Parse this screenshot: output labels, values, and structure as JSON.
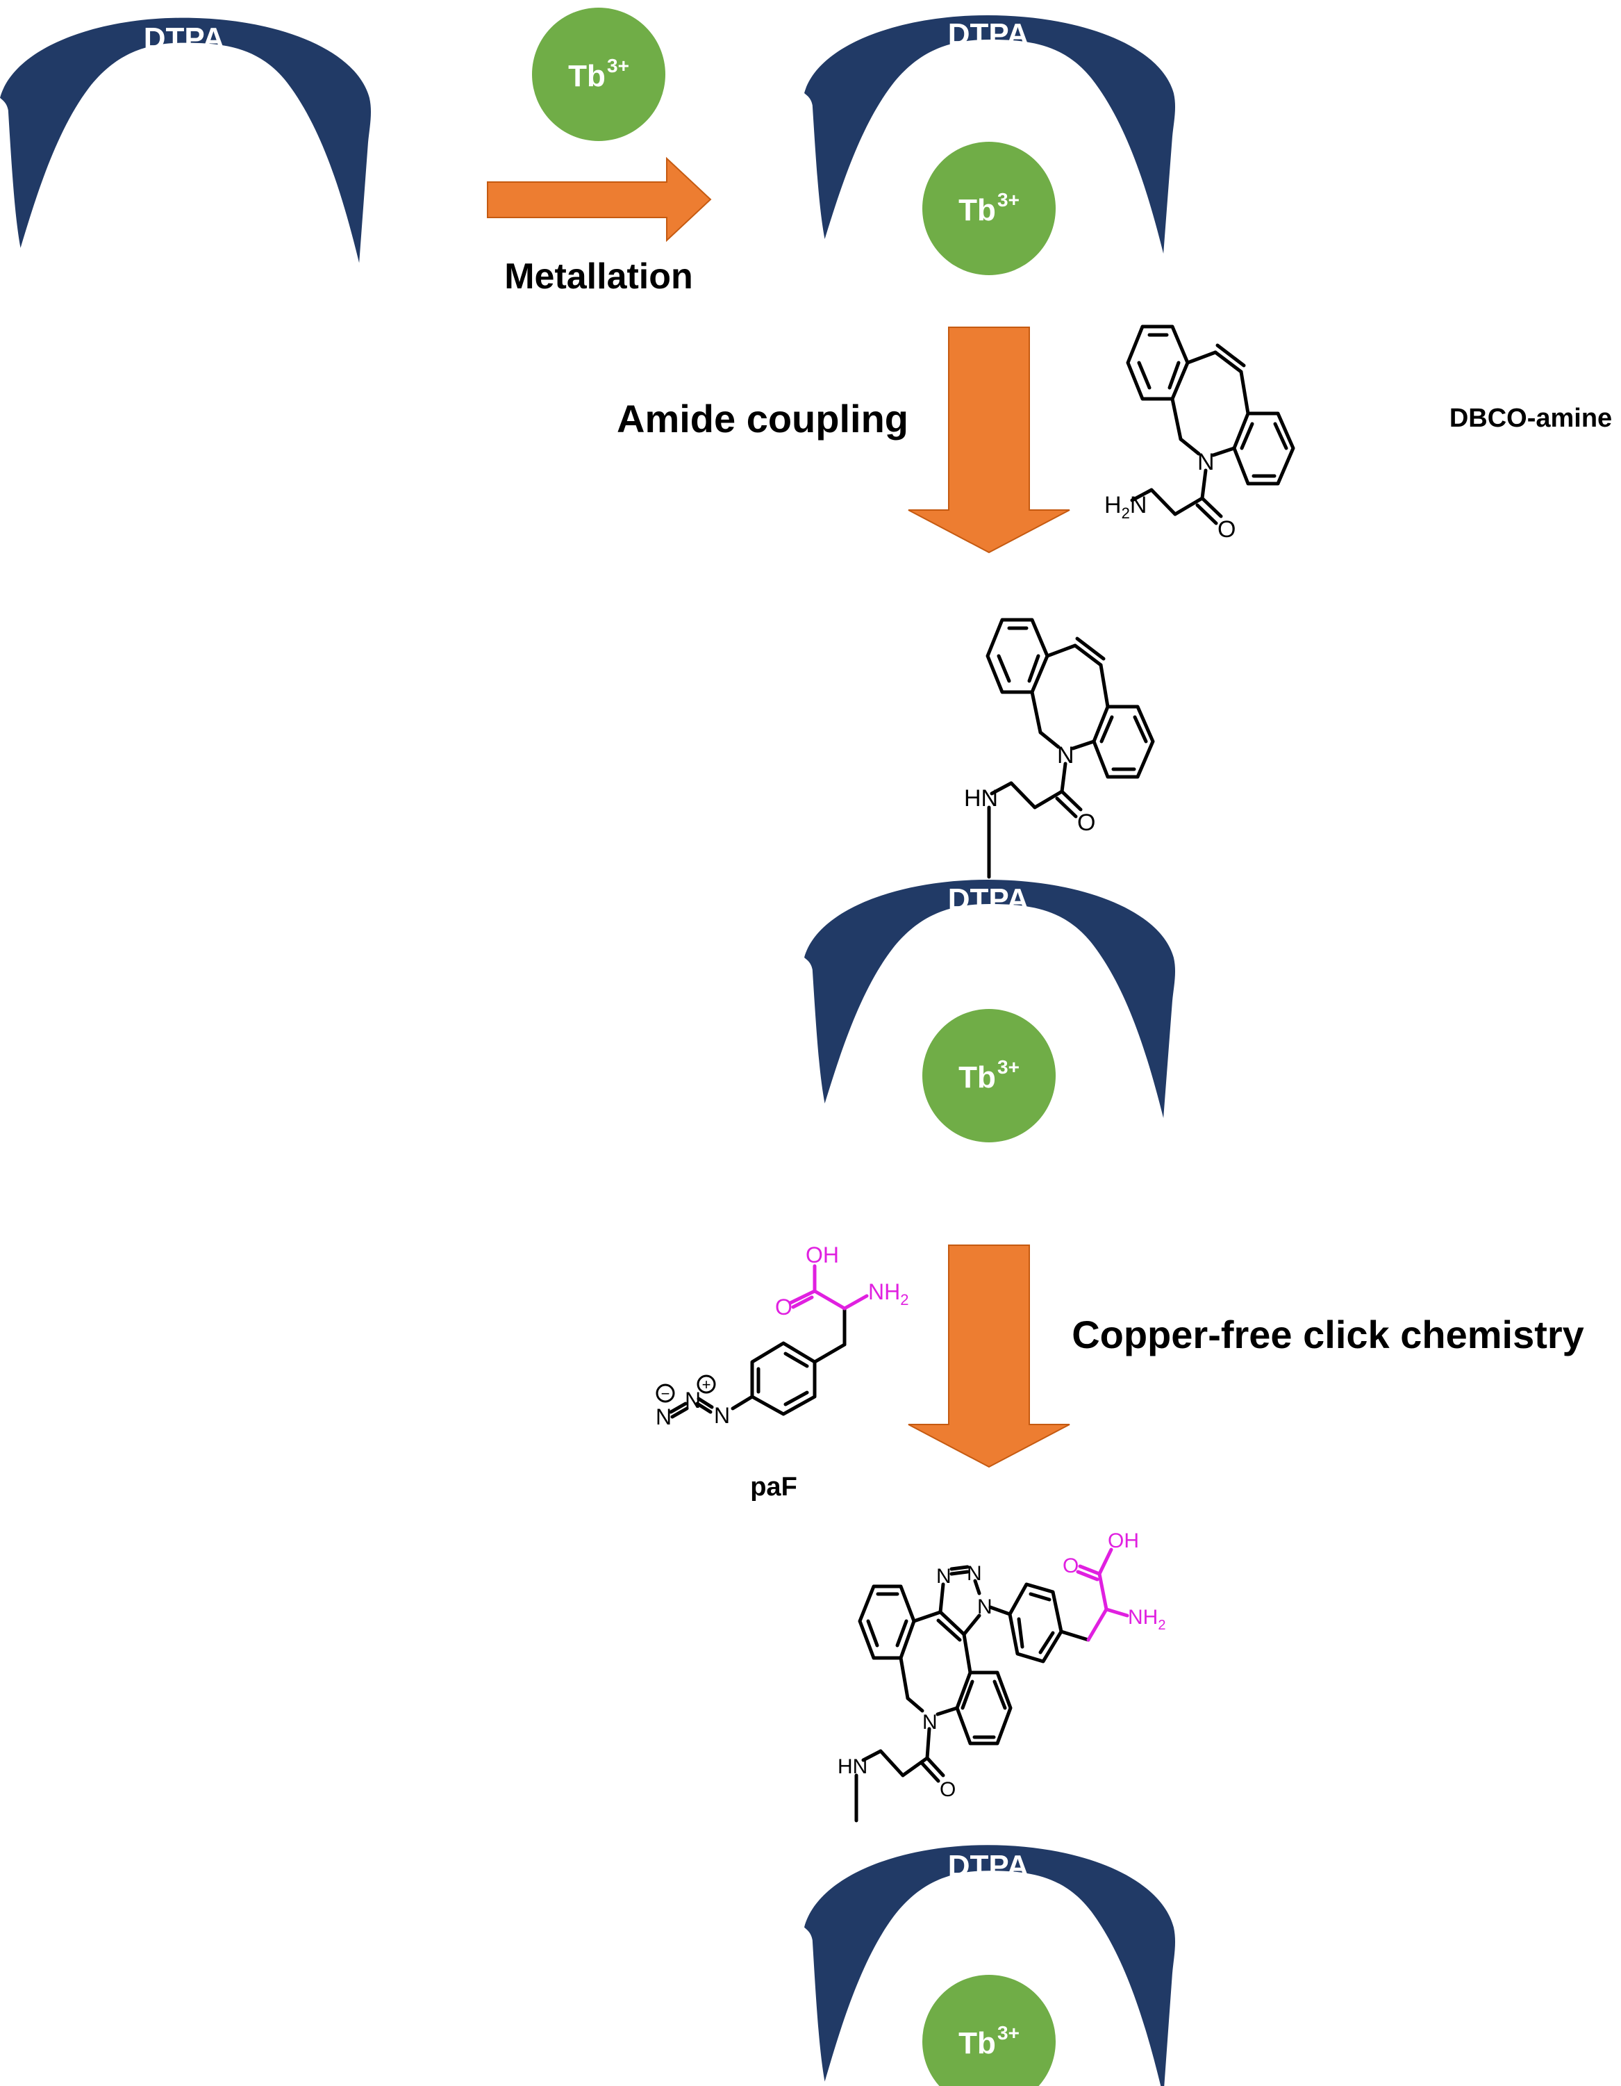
{
  "title": "Synthesis scheme: Tb3+-DTPA-DBCO conjugation to paF",
  "colors": {
    "chelator": "#213a66",
    "metal": "#70ad47",
    "arrow": "#ed7d31",
    "arrow_border": "#c55a11",
    "amino_acid": "#e020e0",
    "text": "#000000"
  },
  "chelator_label": "DTPA",
  "metal_ion": {
    "symbol": "Tb",
    "charge": "3+"
  },
  "steps": [
    {
      "label": "Metallation",
      "direction": "right"
    },
    {
      "label": "Amide coupling",
      "direction": "down"
    },
    {
      "label": "Copper-free click chemistry",
      "direction": "down"
    }
  ],
  "reagents": {
    "dbco": {
      "name": "DBCO-amine",
      "atoms": {
        "amine": "H",
        "amine_sub": "2",
        "amine_n": "N",
        "n": "N",
        "o": "O"
      }
    },
    "paf": {
      "name": "paF",
      "atoms": {
        "oh": "OH",
        "o": "O",
        "nh": "NH",
        "nh_sub": "2",
        "n": "N",
        "minus": "−",
        "plus": "+"
      }
    }
  },
  "products": {
    "conjugate": {
      "atoms": {
        "hn": "HN",
        "n": "N",
        "o": "O"
      }
    },
    "click_product": {
      "atoms": {
        "hn": "HN",
        "n": "N",
        "o": "O",
        "oh": "OH",
        "nh": "NH",
        "nh_sub": "2"
      }
    }
  }
}
